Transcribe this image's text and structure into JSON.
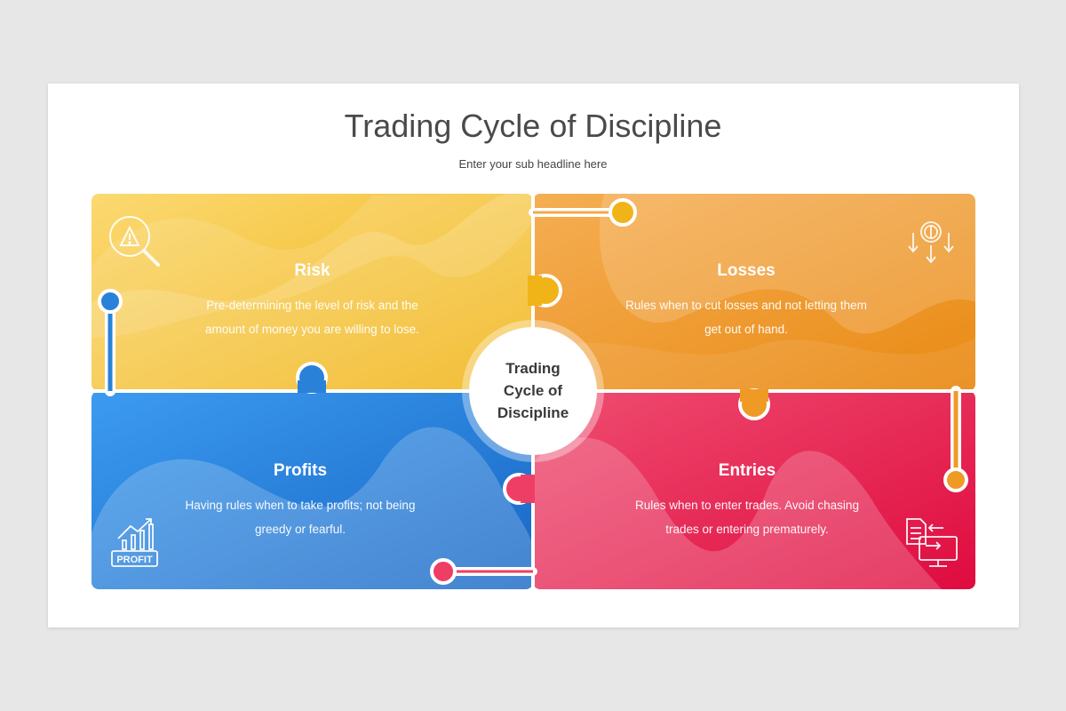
{
  "title": "Trading Cycle of Discipline",
  "subtitle": "Enter your sub headline here",
  "center": {
    "line1": "Trading",
    "line2": "Cycle of",
    "line3": "Discipline"
  },
  "quadrants": [
    {
      "id": "risk",
      "title": "Risk",
      "line1": "Pre-determining the level of risk and the",
      "line2": "amount of money you are willing to lose.",
      "color": "#f2b718",
      "icon": "warning-magnifier-icon"
    },
    {
      "id": "losses",
      "title": "Losses",
      "line1": "Rules when to cut losses and not letting them",
      "line2": "get out of hand.",
      "color": "#ee9a2c",
      "icon": "dollar-coin-down-arrows-icon"
    },
    {
      "id": "profits",
      "title": "Profits",
      "line1": "Having rules when to take profits; not being",
      "line2": "greedy or fearful.",
      "color": "#2a82d8",
      "icon": "profit-growth-chart-icon"
    },
    {
      "id": "entries",
      "title": "Entries",
      "line1": "Rules when to enter trades. Avoid chasing",
      "line2": "trades or entering prematurely.",
      "color": "#e6214f",
      "icon": "document-transfer-monitor-icon"
    }
  ],
  "icons": {
    "profit_text": "PROFIT"
  }
}
